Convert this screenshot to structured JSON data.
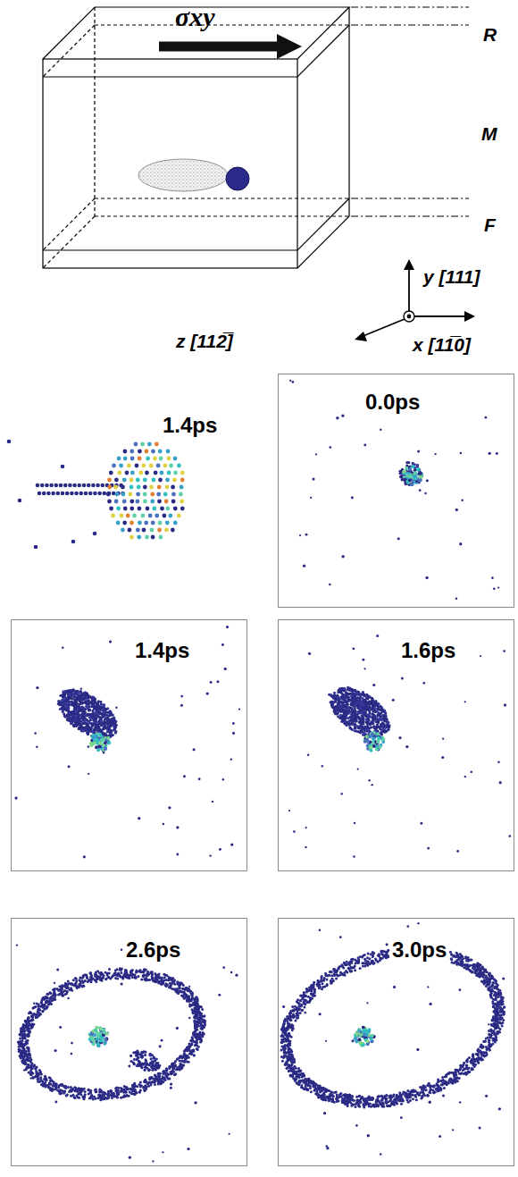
{
  "diagram": {
    "nodes": [
      {
        "text": [
          "0.0ps"
        ]
      },
      {
        "text": [
          "1.4ps"
        ]
      },
      {
        "text": [
          "1.6ps"
        ]
      },
      {
        "text": [
          "2.6ps"
        ]
      },
      {
        "text": [
          "3.0ps"
        ]
      }
    ],
    "labels": [
      "σxy",
      "R",
      "M",
      "F",
      "y [111]",
      "z [112̅]",
      "x [11̅0]",
      "1.4ps"
    ]
  }
}
